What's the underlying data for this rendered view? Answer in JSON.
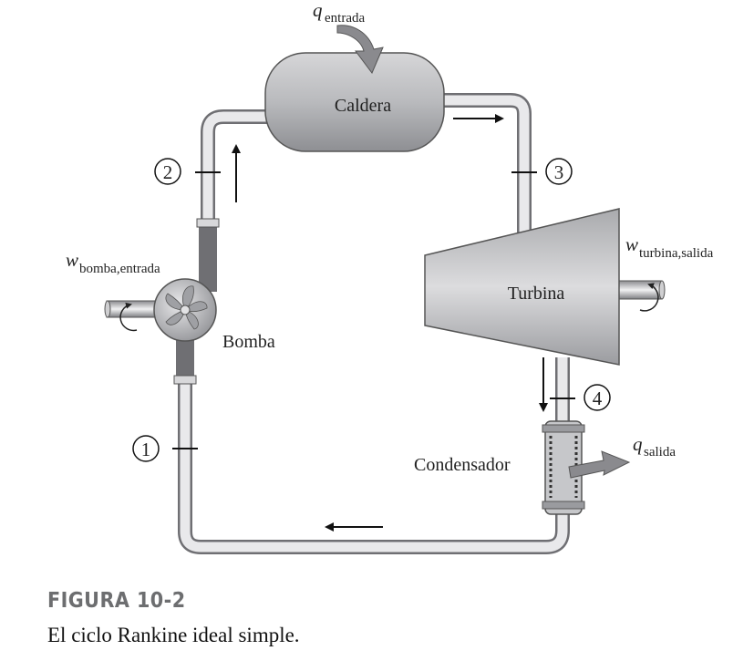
{
  "labels": {
    "q_in_base": "q",
    "q_in_sub": "entrada",
    "caldera": "Caldera",
    "w_pump_base": "w",
    "w_pump_sub": "bomba,entrada",
    "bomba": "Bomba",
    "turbina": "Turbina",
    "w_turb_base": "w",
    "w_turb_sub": "turbina,salida",
    "condensador": "Condensador",
    "q_out_base": "q",
    "q_out_sub": "salida"
  },
  "states": {
    "s1": "1",
    "s2": "2",
    "s3": "3",
    "s4": "4"
  },
  "figure": {
    "number": "FIGURA 10-2",
    "caption": "El ciclo Rankine ideal simple."
  },
  "colors": {
    "pipe_light": "#e6e6e8",
    "pipe_dark": "#6f6f73",
    "component_fill": "#b5b6ba",
    "heat_arrow": "#8a8a8e"
  }
}
